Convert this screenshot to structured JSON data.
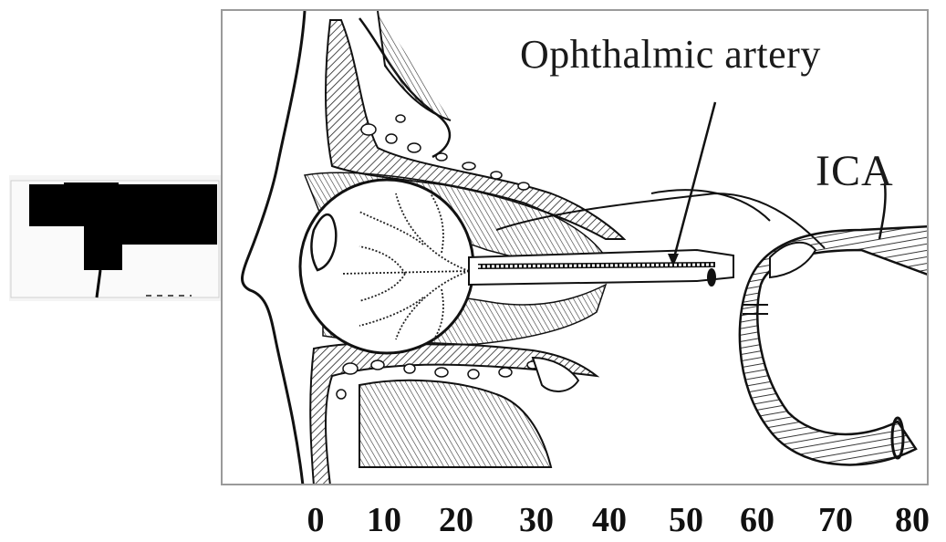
{
  "labels": {
    "ophthalmic_artery": "Ophthalmic artery",
    "ica": "ICA"
  },
  "depth_scale": [
    "0",
    "10",
    "20",
    "30",
    "40",
    "50",
    "60",
    "70",
    "80"
  ],
  "colors": {
    "ink": "#111111",
    "border": "#9a9a9a",
    "background": "#ffffff"
  }
}
